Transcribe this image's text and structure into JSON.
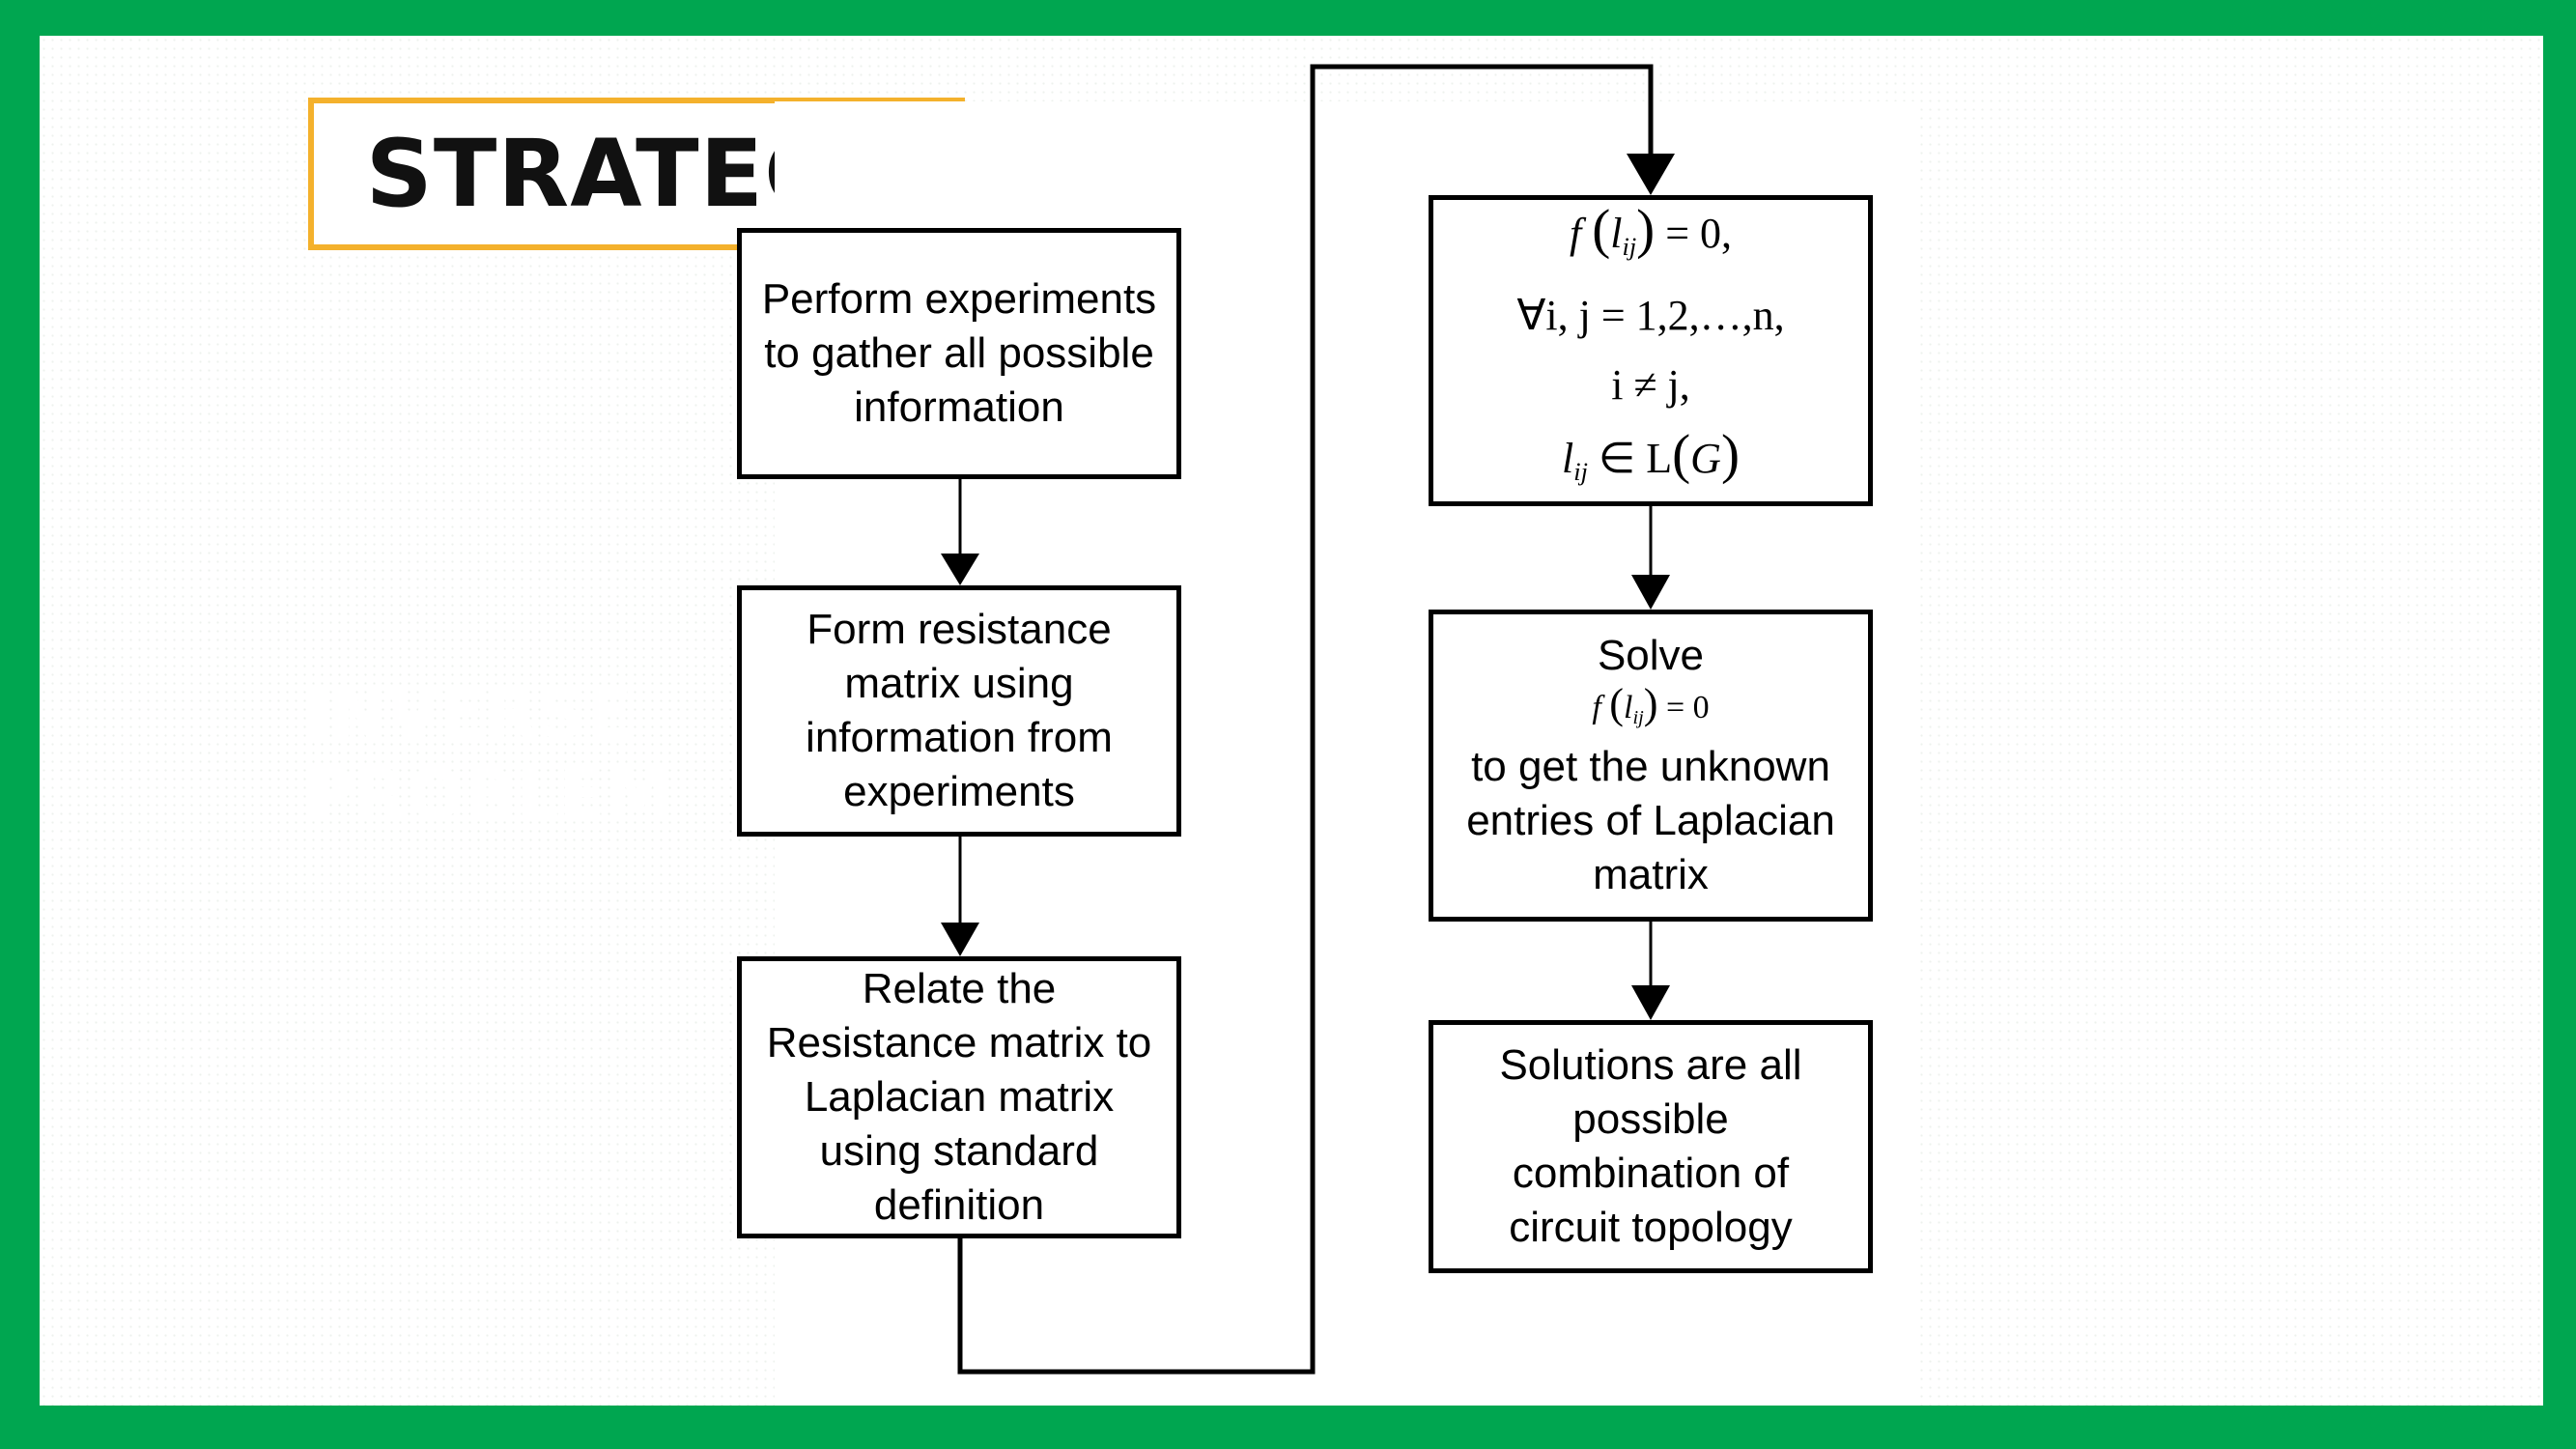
{
  "slide": {
    "title": "STRATEGY",
    "background_color": "#00a650",
    "title_border_color": "#f4b12c",
    "ghost_text": [
      "INVERSE",
      "PROBLEM"
    ]
  },
  "flowchart": {
    "steps": [
      "Perform experiments to gather all possible information",
      "Form resistance matrix using information from experiments",
      "Relate the Resistance matrix to Laplacian matrix using standard definition"
    ],
    "equation_box": {
      "line1": {
        "f": "f",
        "open": "(",
        "l": "l",
        "ij": "ij",
        "close": ")",
        "rest": "= 0,"
      },
      "line2": "∀i, j = 1,2,…,n,",
      "line3": "i ≠ j,",
      "line4": {
        "l": "l",
        "ij": "ij",
        "rest": "∈ L",
        "open": "(",
        "G": "G",
        "close": ")"
      }
    },
    "solve_box": {
      "line1": "Solve",
      "eq": {
        "f": "f",
        "open": "(",
        "l": "l",
        "ij": "ij",
        "close": ")",
        "rest": "= 0"
      },
      "line3": "to get the unknown entries of Laplacian matrix"
    },
    "final": "Solutions are all possible combination of circuit topology"
  }
}
